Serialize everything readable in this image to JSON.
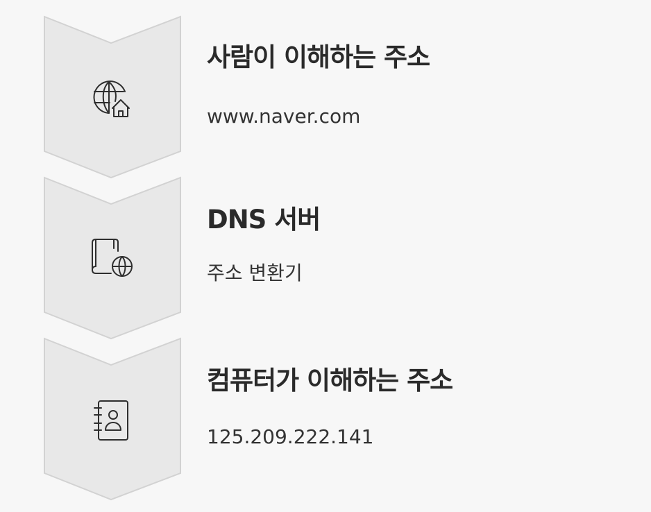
{
  "colors": {
    "background": "#f7f7f7",
    "chevron_fill": "#e8e8e8",
    "chevron_stroke": "#d2d2d2",
    "icon_stroke": "#2e2e2e",
    "text": "#2a2a2a"
  },
  "steps": [
    {
      "icon": "globe-home-icon",
      "title": "사람이 이해하는 주소",
      "description": "www.naver.com"
    },
    {
      "icon": "book-globe-icon",
      "title": "DNS 서버",
      "description": "주소 변환기"
    },
    {
      "icon": "contact-book-icon",
      "title": "컴퓨터가 이해하는 주소",
      "description": "125.209.222.141"
    }
  ]
}
